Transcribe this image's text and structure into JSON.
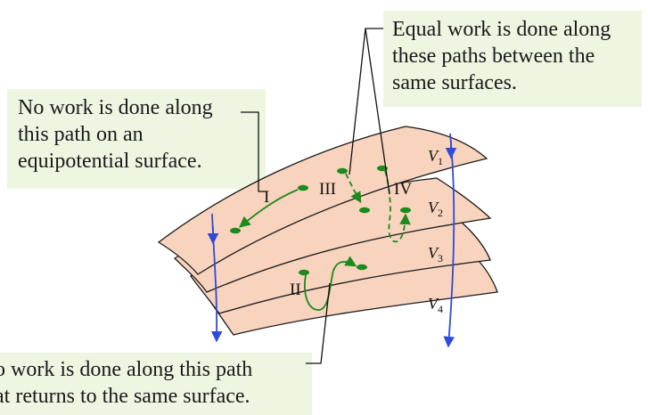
{
  "callouts": {
    "equal_work": [
      "Equal work is done along",
      "these paths between the",
      "same surfaces."
    ],
    "no_work_equipotential": [
      "No work is done along",
      "this path on an",
      "equipotential surface."
    ],
    "no_work_return": [
      "o work is done along this path",
      "at returns to the same surface."
    ]
  },
  "path_labels": [
    "I",
    "II",
    "III",
    "IV"
  ],
  "surface_labels": [
    {
      "symbol": "V",
      "sub": "1"
    },
    {
      "symbol": "V",
      "sub": "2"
    },
    {
      "symbol": "V",
      "sub": "3"
    },
    {
      "symbol": "V",
      "sub": "4"
    }
  ],
  "colors": {
    "surface_fill": "#f8d3bd",
    "surface_edge": "#1a1a1a",
    "path_green": "#1c8a1c",
    "field_line_blue": "#2e4bd9",
    "callout_bg": "#eef6e2"
  }
}
